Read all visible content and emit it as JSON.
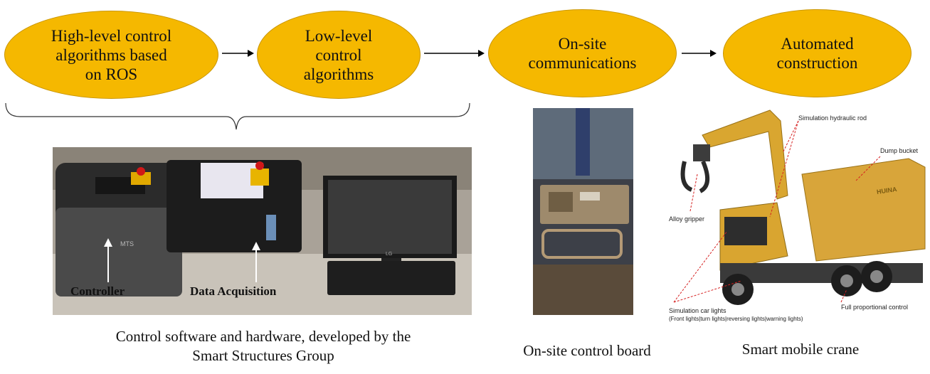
{
  "flow": {
    "step1": "High-level control\nalgorithms based\non ROS",
    "step2": "Low-level\ncontrol\nalgorithms",
    "step3": "On-site\ncommunications",
    "step4": "Automated\nconstruction"
  },
  "photos": {
    "lab": {
      "controller_label": "Controller",
      "daq_label": "Data Acquisition",
      "case_brand": "MTS",
      "monitor_brand": "LG"
    },
    "crane": {
      "hydraulic_label": "Simulation hydraulic rod",
      "bucket_label": "Dump bucket",
      "gripper_label": "Alloy gripper",
      "lights_label": "Simulation car lights",
      "lights_detail": "(Front lights|turn lights|reversing lights|warning lights)",
      "control_label": "Full proportional control",
      "brand": "HUINA"
    }
  },
  "captions": {
    "lab": "Control software and hardware, developed by the\nSmart Structures Group",
    "board": "On-site control board",
    "crane": "Smart mobile crane"
  },
  "colors": {
    "ellipse_fill": "#f5b800",
    "ellipse_border": "#c99500",
    "annotation_line": "#d62020"
  }
}
